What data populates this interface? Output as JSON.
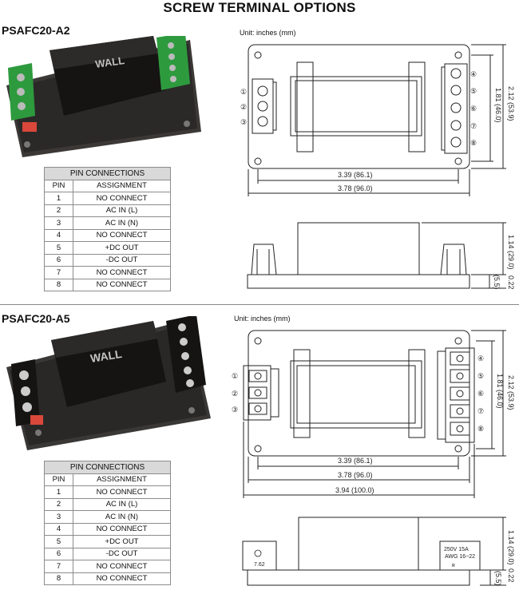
{
  "page_title": "SCREW TERMINAL OPTIONS",
  "sections": [
    {
      "model": "PSAFC20-A2",
      "unit": "Unit: inches (mm)",
      "product_brand": "WALL",
      "table_caption": "PIN CONNECTIONS",
      "col_pin": "PIN",
      "col_assign": "ASSIGNMENT",
      "rows": [
        {
          "pin": "1",
          "assign": "NO CONNECT"
        },
        {
          "pin": "2",
          "assign": "AC IN (L)"
        },
        {
          "pin": "3",
          "assign": "AC IN (N)"
        },
        {
          "pin": "4",
          "assign": "NO CONNECT"
        },
        {
          "pin": "5",
          "assign": "+DC OUT"
        },
        {
          "pin": "6",
          "assign": "-DC OUT"
        },
        {
          "pin": "7",
          "assign": "NO CONNECT"
        },
        {
          "pin": "8",
          "assign": "NO CONNECT"
        }
      ],
      "dims": {
        "d1": "3.39 (86.1)",
        "d2": "3.78 (96.0)",
        "h1": "2.12 (53.9)",
        "h2": "1.81 (46.0)",
        "s1": "1.14 (29.0)",
        "s2": "0.22",
        "s3": "(5.5)"
      },
      "pin_marks": [
        "①",
        "②",
        "③",
        "④",
        "⑤",
        "⑥",
        "⑦",
        "⑧"
      ]
    },
    {
      "model": "PSAFC20-A5",
      "unit": "Unit: inches (mm)",
      "product_brand": "WALL",
      "table_caption": "PIN CONNECTIONS",
      "col_pin": "PIN",
      "col_assign": "ASSIGNMENT",
      "rows": [
        {
          "pin": "1",
          "assign": "NO CONNECT"
        },
        {
          "pin": "2",
          "assign": "AC IN (L)"
        },
        {
          "pin": "3",
          "assign": "AC IN (N)"
        },
        {
          "pin": "4",
          "assign": "NO CONNECT"
        },
        {
          "pin": "5",
          "assign": "+DC OUT"
        },
        {
          "pin": "6",
          "assign": "-DC OUT"
        },
        {
          "pin": "7",
          "assign": "NO CONNECT"
        },
        {
          "pin": "8",
          "assign": "NO CONNECT"
        }
      ],
      "dims": {
        "d1": "3.39 (86.1)",
        "d2": "3.78 (96.0)",
        "d3": "3.94 (100.0)",
        "h1": "2.12 (53.9)",
        "h2": "1.81 (46.0)",
        "s1": "1.14 (29.0)",
        "s2": "0.22",
        "s3": "(5.5)",
        "label_a": "7.62",
        "label_b1": "250V 15A",
        "label_b2": "AWG 16~22"
      },
      "pin_marks": [
        "①",
        "②",
        "③",
        "④",
        "⑤",
        "⑥",
        "⑦",
        "⑧"
      ]
    }
  ]
}
